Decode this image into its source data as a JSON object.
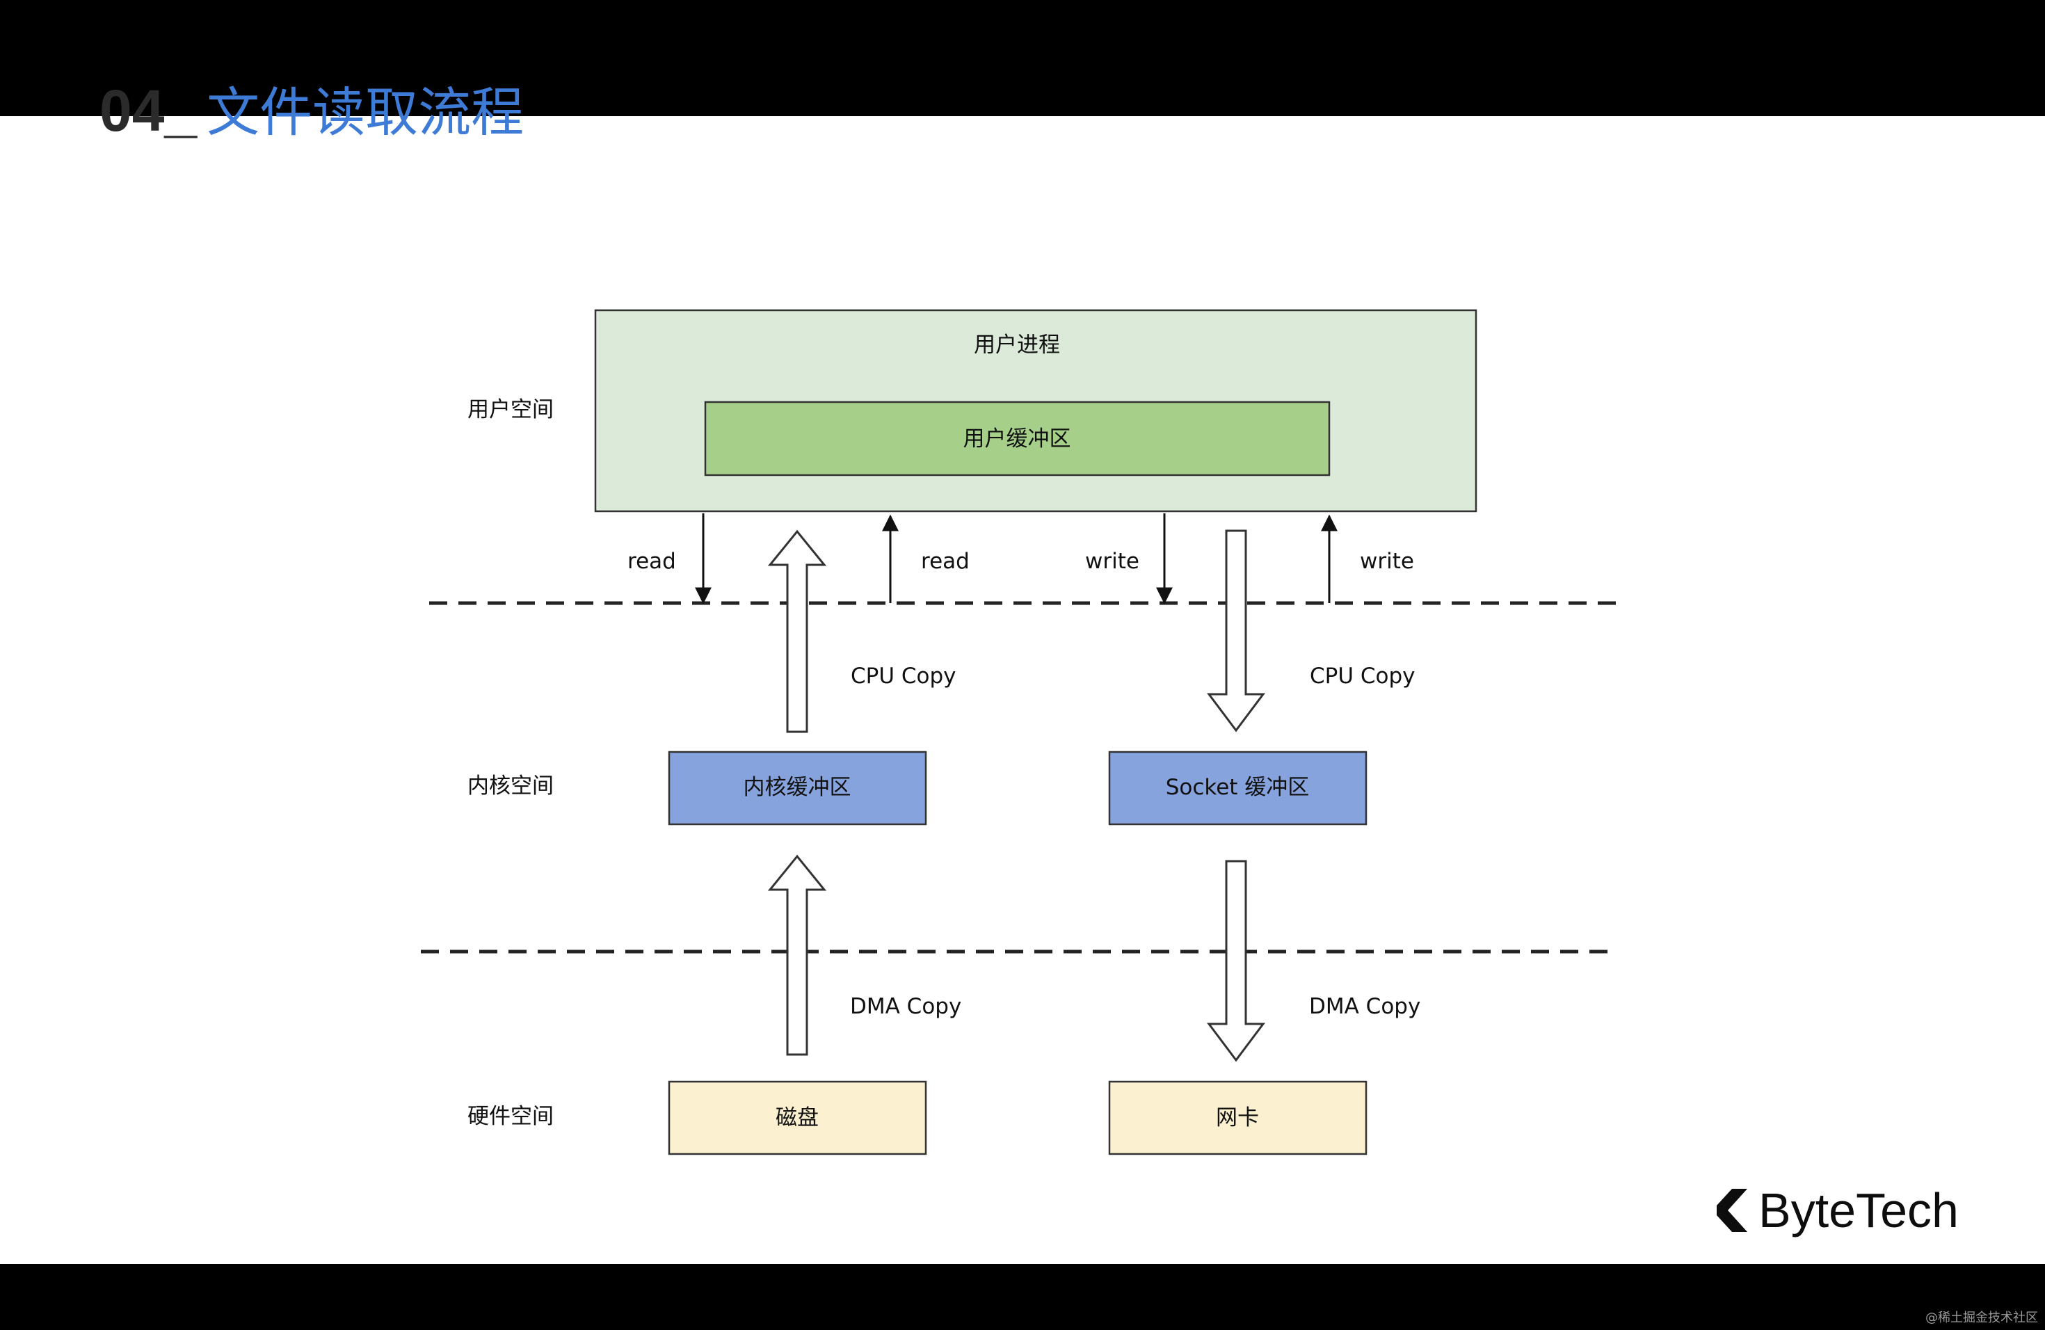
{
  "slide": {
    "title_number": "04_",
    "title_text": "文件读取流程"
  },
  "layers": {
    "user_space": "用户空间",
    "kernel_space": "内核空间",
    "hardware_space": "硬件空间"
  },
  "boxes": {
    "user_process": "用户进程",
    "user_buffer": "用户缓冲区",
    "kernel_buffer": "内核缓冲区",
    "socket_buffer": "Socket 缓冲区",
    "disk": "磁盘",
    "nic": "网卡"
  },
  "edges": {
    "read_call": "read",
    "read_return": "read",
    "write_call": "write",
    "write_return": "write",
    "cpu_copy_read": "CPU  Copy",
    "cpu_copy_write": "CPU  Copy",
    "dma_copy_read": "DMA  Copy",
    "dma_copy_write": "DMA  Copy"
  },
  "brand": {
    "logo_text": "ByteTech",
    "credit": "@稀土掘金技术社区"
  },
  "colors": {
    "user_process_fill": "#dcebd9",
    "user_buffer_fill": "#a6d08a",
    "kernel_fill": "#86a3dd",
    "hardware_fill": "#fbf0cf",
    "title_blue": "#3d7bd6"
  }
}
